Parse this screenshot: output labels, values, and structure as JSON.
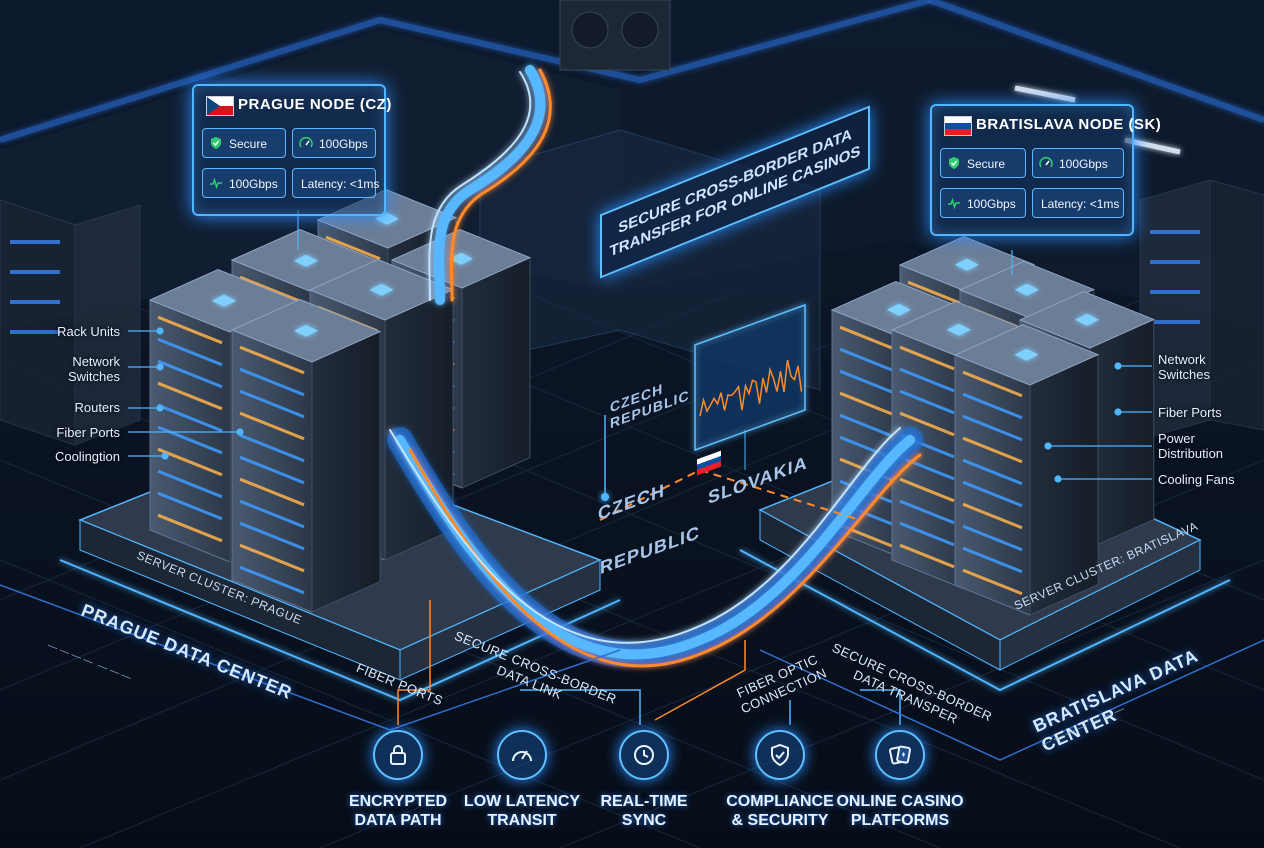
{
  "banner": {
    "line1": "SECURE CROSS-BORDER DATA",
    "line2": "TRANSFER FOR ONLINE CASINOS"
  },
  "prague_node": {
    "title": "PRAGUE NODE (CZ)",
    "secure": "Secure",
    "speed_a": "100Gbps",
    "speed_b": "100Gbps",
    "latency": "Latency: <1ms"
  },
  "bratislava_node": {
    "title": "BRATISLAVA NODE (SK)",
    "secure": "Secure",
    "speed_a": "100Gbps",
    "speed_b": "100Gbps",
    "latency": "Latency: <1ms"
  },
  "left_labels": [
    "Rack Units",
    "Network\nSwitches",
    "Routers",
    "Fiber Ports",
    "Coolingtion"
  ],
  "right_labels": [
    "Network\nSwitches",
    "Fiber Ports",
    "Power\nDistribution",
    "Cooling Fans"
  ],
  "regions": {
    "czech_small": "CZECH\nREPUBLIC",
    "czech_big_1": "CZECH",
    "czech_big_2": "REPUBLIC",
    "slovakia": "SLOVAKIA"
  },
  "clusters": {
    "prague": "SERVER CLUSTER: PRAGUE",
    "bratislava": "SERVER CLUSTER: BRATISLAVA"
  },
  "datacenters": {
    "prague": "PRAGUE DATA CENTER",
    "bratislava": "BRATISLAVA DATA CENTER"
  },
  "link_labels": {
    "fiber_ports": "FIBER PORTS",
    "secure_link_1": "SECURE CROSS-BORDER",
    "secure_link_2": "DATA LINK",
    "fiber_optic_1": "FIBER OPTIC",
    "fiber_optic_2": "CONNECTION",
    "secure_transfer_1": "SECURE CROSS-BORDER",
    "secure_transfer_2": "DATA TRANSPER"
  },
  "features": [
    {
      "line1": "ENCRYPTED",
      "line2": "DATA PATH",
      "icon": "lock-icon"
    },
    {
      "line1": "LOW LATENCY",
      "line2": "TRANSIT",
      "icon": "speedometer-icon"
    },
    {
      "line1": "REAL-TIME",
      "line2": "SYNC",
      "icon": "clock-icon"
    },
    {
      "line1": "COMPLIANCE",
      "line2": "& SECURITY",
      "icon": "shield-check-icon"
    },
    {
      "line1": "ONLINE CASINO",
      "line2": "PLATFORMS",
      "icon": "playing-cards-icon"
    }
  ],
  "colors": {
    "glow": "#2a8cff",
    "fiber_orange": "#ff8a2a",
    "panel_border": "#4fb6ff"
  }
}
